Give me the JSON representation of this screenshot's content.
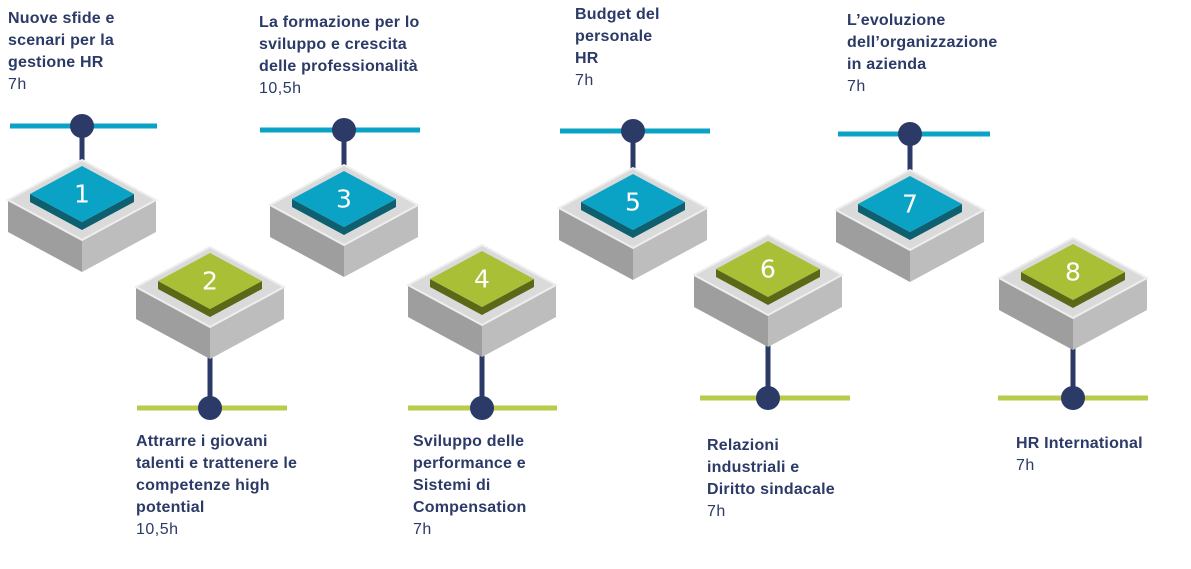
{
  "colors": {
    "blue": "#0aa3c6",
    "blue_dark": "#0e5f6f",
    "green": "#a9bf35",
    "green_dark": "#5c6817",
    "green_line": "#b8cb4a",
    "navy": "#2b3a67",
    "gray_top": "#dadada",
    "gray_side": "#9e9e9e"
  },
  "steps": [
    {
      "number": "1",
      "title": "Nuove sfide e\nscenari per la\ngestione HR",
      "hours": "7h",
      "color": "blue"
    },
    {
      "number": "2",
      "title": "Attrarre i giovani\ntalenti e trattenere le\ncompetenze high\npotential",
      "hours": "10,5h",
      "color": "green"
    },
    {
      "number": "3",
      "title": "La formazione per lo\nsviluppo e crescita\ndelle professionalità",
      "hours": "10,5h",
      "color": "blue"
    },
    {
      "number": "4",
      "title": "Sviluppo delle\nperformance e\nSistemi di\nCompensation",
      "hours": "7h",
      "color": "green"
    },
    {
      "number": "5",
      "title": "Budget del\npersonale\nHR",
      "hours": "7h",
      "color": "blue"
    },
    {
      "number": "6",
      "title": "Relazioni\nindustriali e\nDiritto sindacale",
      "hours": "7h",
      "color": "green"
    },
    {
      "number": "7",
      "title": "L’evoluzione\ndell’organizzazione\nin azienda",
      "hours": "7h",
      "color": "blue"
    },
    {
      "number": "8",
      "title": "HR International",
      "hours": "7h",
      "color": "green"
    }
  ]
}
